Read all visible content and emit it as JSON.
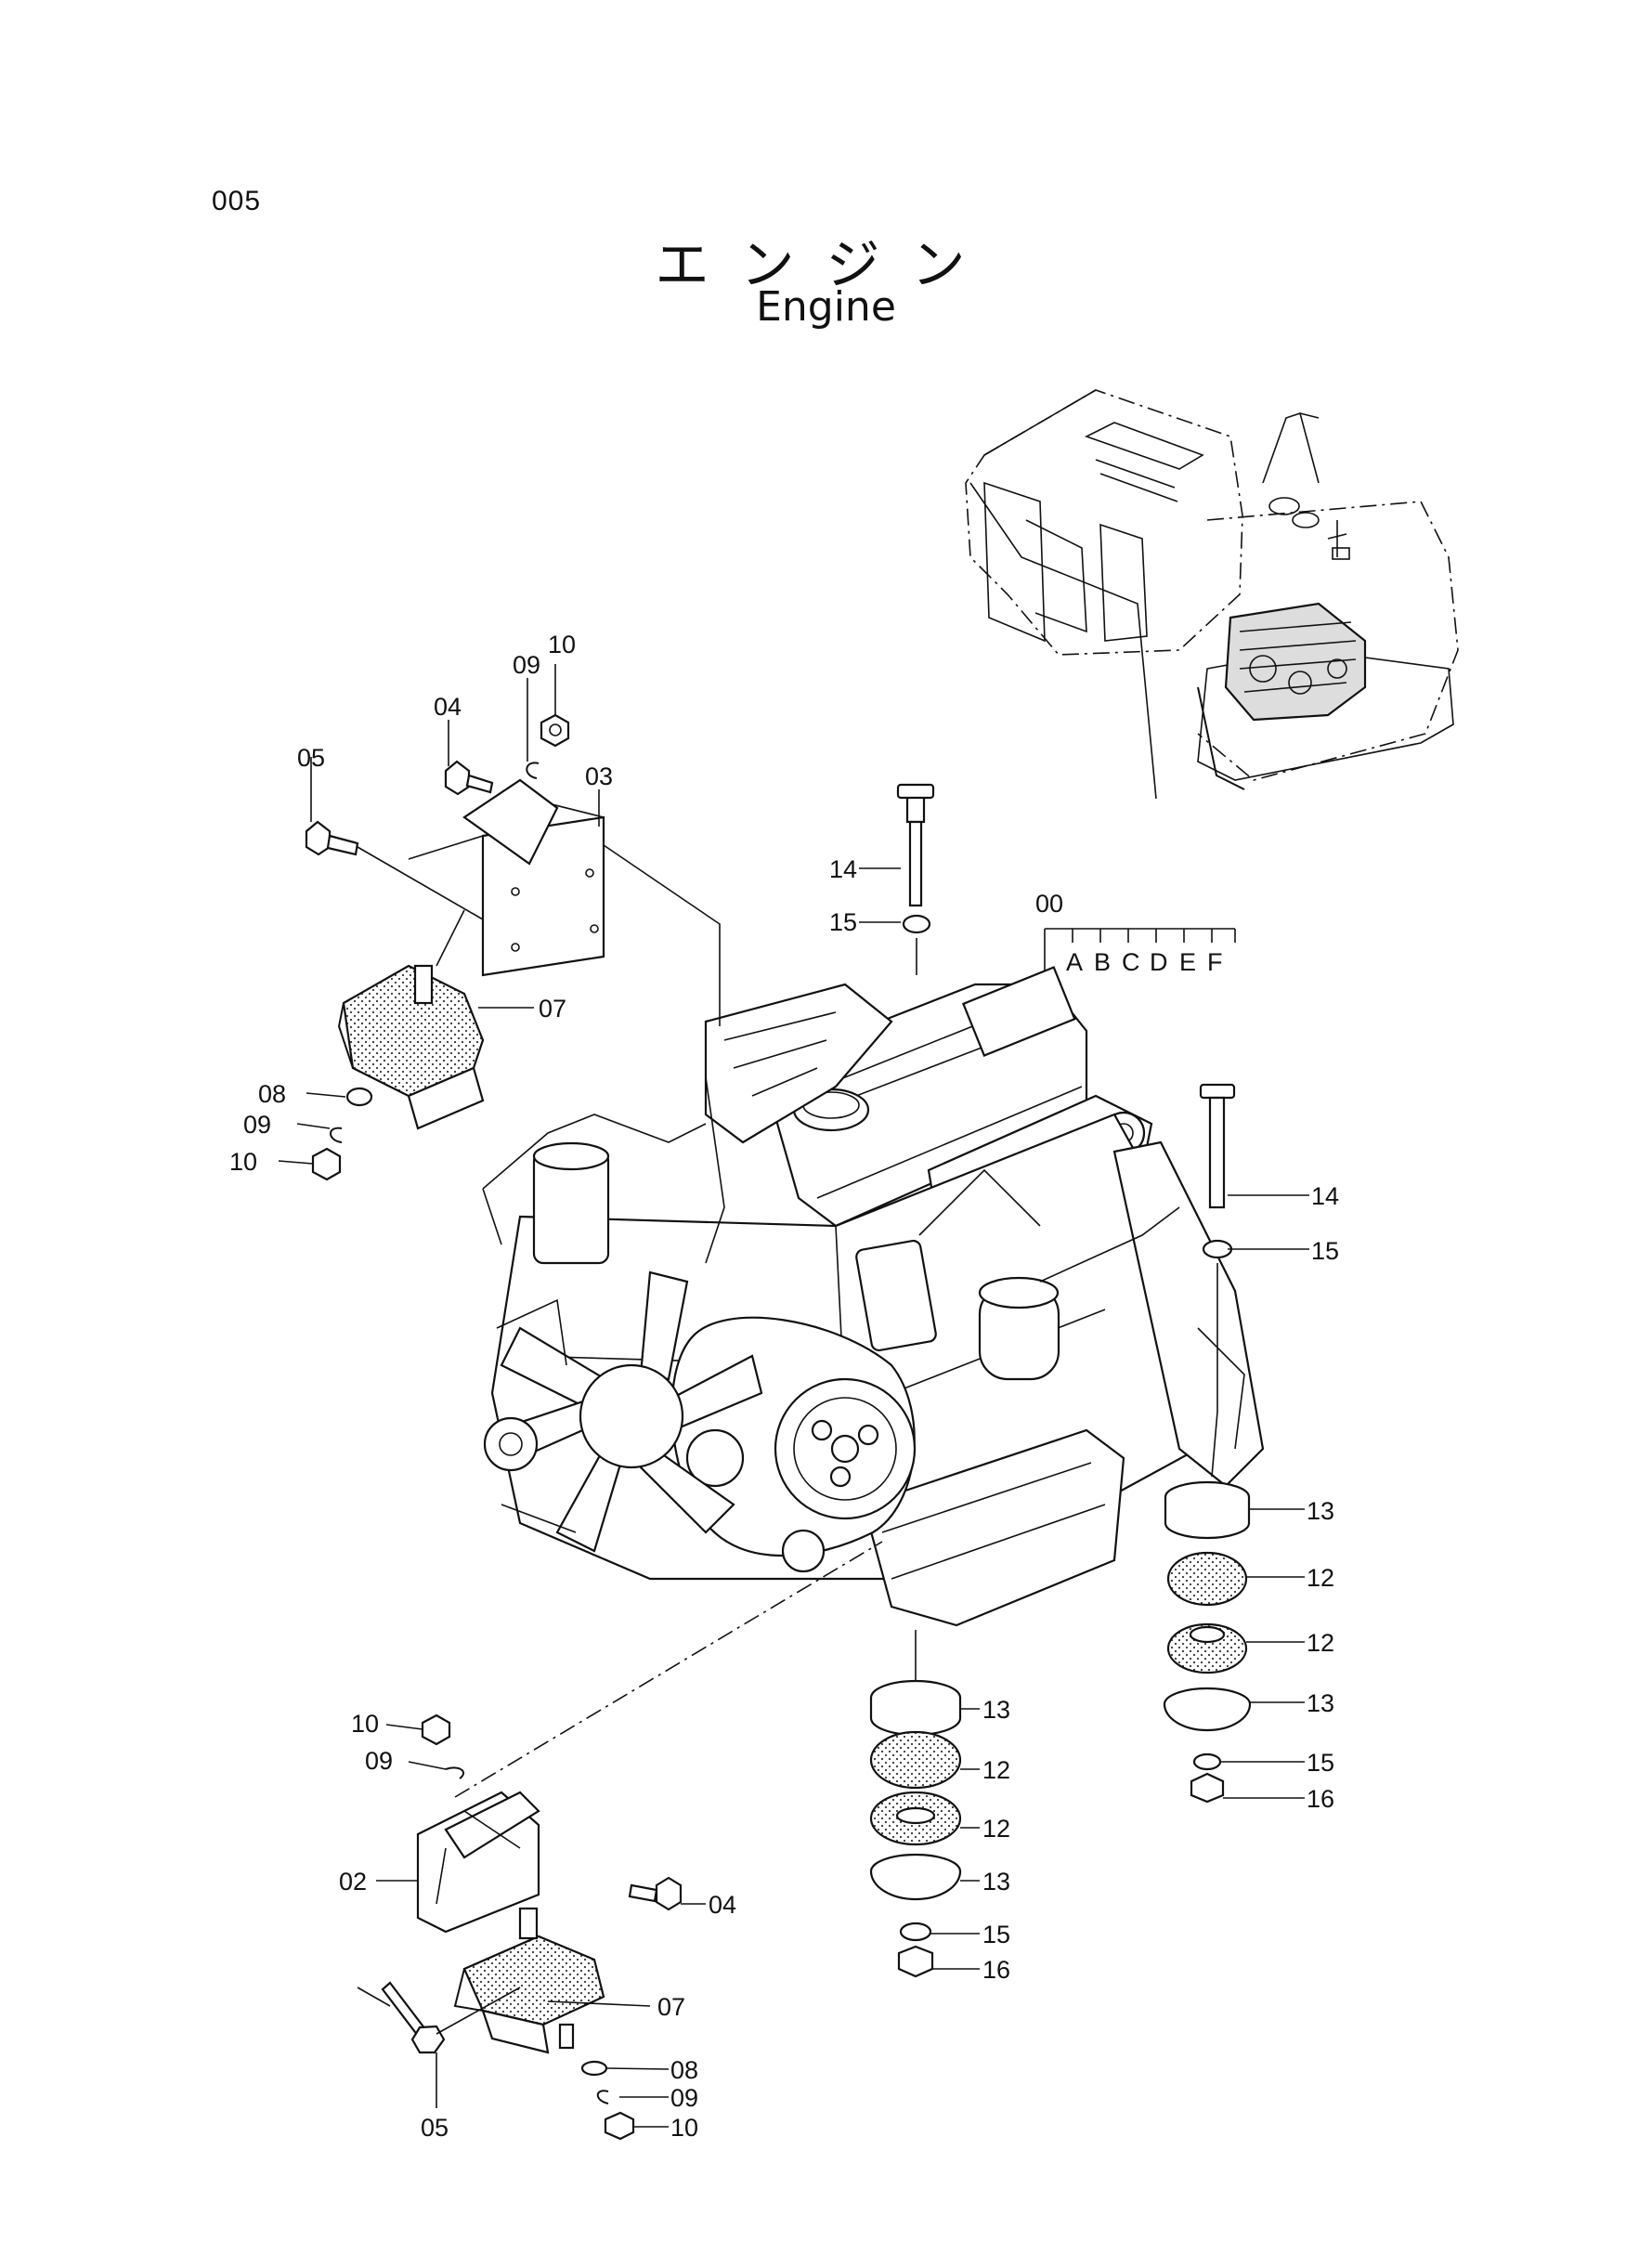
{
  "page_number": "005",
  "title_jp": "エンジン",
  "title_en": "Engine",
  "variants": [
    "A",
    "B",
    "C",
    "D",
    "E",
    "F"
  ],
  "callouts": {
    "c00": "00",
    "c02": "02",
    "c03": "03",
    "c04_top": "04",
    "c04_bottom": "04",
    "c05_top": "05",
    "c05_bottom": "05",
    "c07_top": "07",
    "c07_bottom": "07",
    "c08_left": "08",
    "c08_bottom": "08",
    "c09_top": "09",
    "c09_left": "09",
    "c09_lower_left": "09",
    "c09_bottom": "09",
    "c10_top": "10",
    "c10_left": "10",
    "c10_lower_left": "10",
    "c10_bottom": "10",
    "c12_center_1": "12",
    "c12_center_2": "12",
    "c12_right_1": "12",
    "c12_right_2": "12",
    "c13_center_1": "13",
    "c13_center_2": "13",
    "c13_right_1": "13",
    "c13_right_2": "13",
    "c14_center": "14",
    "c14_right": "14",
    "c15_center_top": "15",
    "c15_center_bottom": "15",
    "c15_right_top": "15",
    "c15_right_bottom": "15",
    "c16_center": "16",
    "c16_right": "16"
  }
}
